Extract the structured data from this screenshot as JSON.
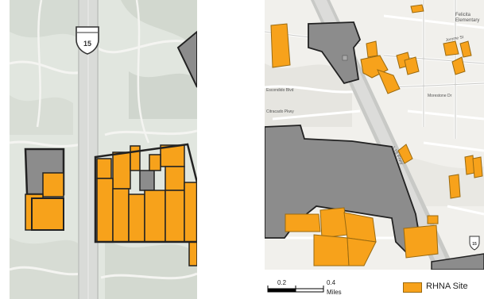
{
  "left_map": {
    "highway_shield": "15"
  },
  "right_map": {
    "labels": {
      "school": "Felicita\nElementary",
      "street_1": "Jerome St",
      "street_2": "Morestone Dr",
      "freeway": "I-15 Frwy",
      "street_3": "Escondido Blvd",
      "street_4": "Citracado Pkwy"
    },
    "highway_shield": "15"
  },
  "scale_bar": {
    "tick_1": "0.2",
    "tick_2": "0.4",
    "unit": "Miles"
  },
  "legend": {
    "rhna_label": "RHNA Site",
    "rhna_color": "#f7a21b",
    "gray_color": "#8c8c8c"
  }
}
